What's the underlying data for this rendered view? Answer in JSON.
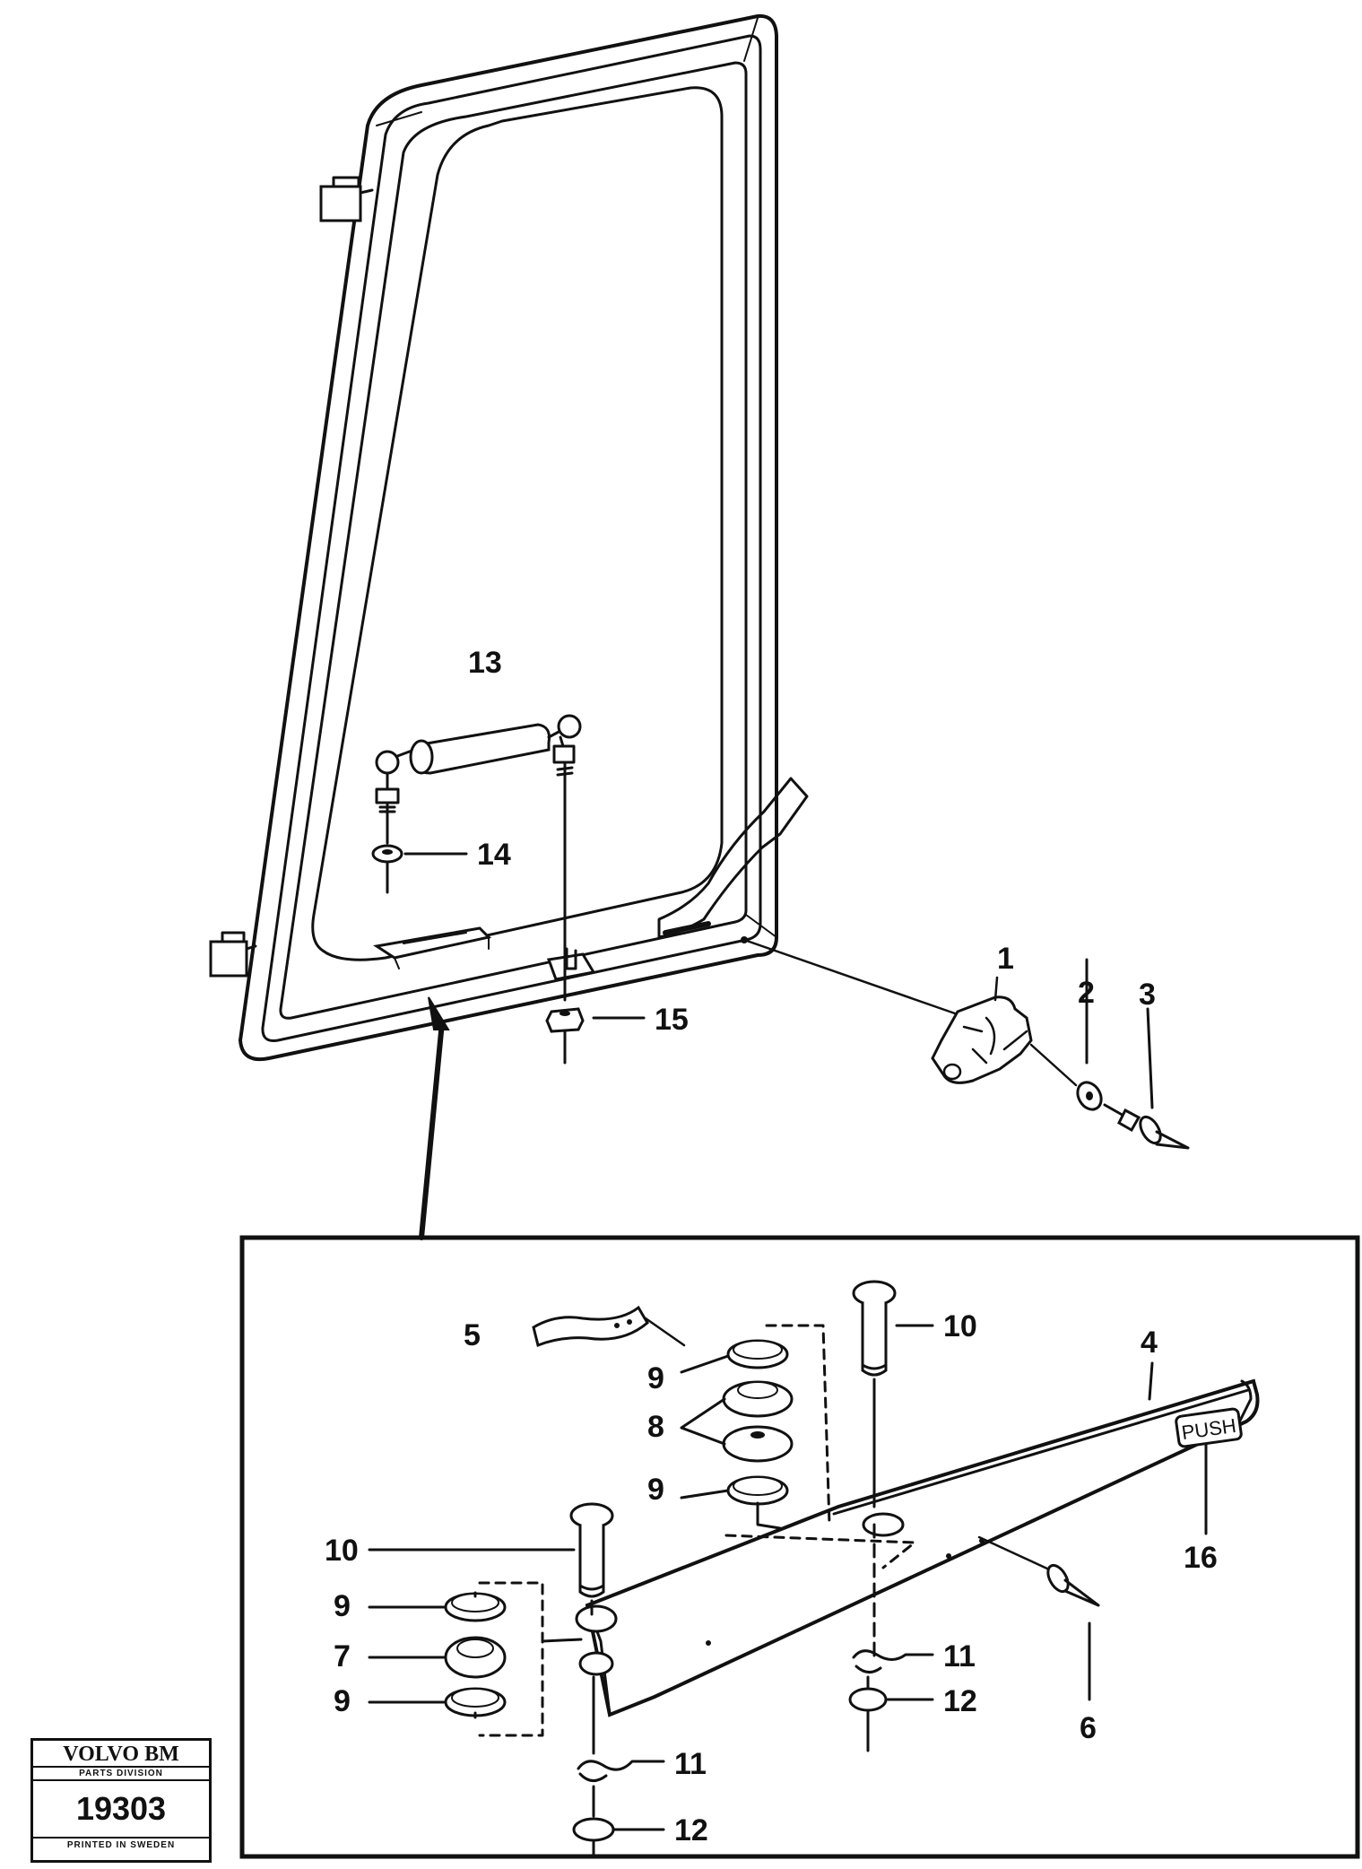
{
  "callouts": {
    "c1": "1",
    "c2": "2",
    "c3": "3",
    "c4": "4",
    "c5": "5",
    "c6": "6",
    "c7": "7",
    "c8": "8",
    "c9": "9",
    "c10": "10",
    "c11": "11",
    "c12": "12",
    "c13": "13",
    "c14": "14",
    "c15": "15",
    "c16": "16"
  },
  "push_label": "PUSH",
  "badge": {
    "brand": "VOLVO BM",
    "division": "PARTS DIVISION",
    "number": "19303",
    "printed": "PRINTED IN SWEDEN"
  }
}
